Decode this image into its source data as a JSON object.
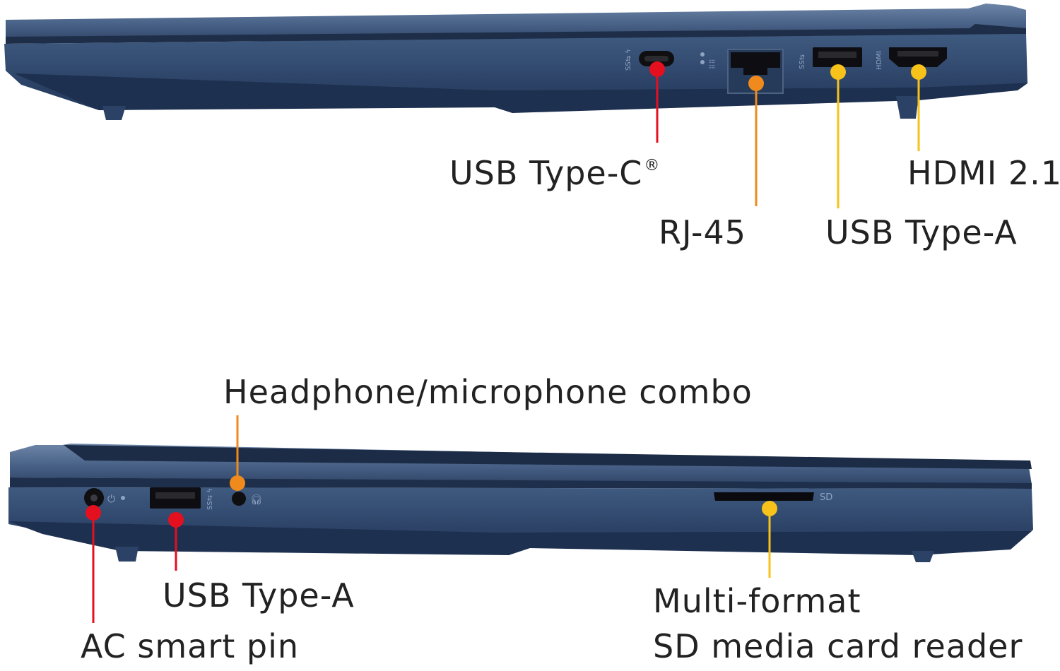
{
  "colors": {
    "chassis_top": "#5a7397",
    "chassis_mid": "#3e5679",
    "chassis_bottom": "#2a3f5f",
    "port_black": "#111111",
    "marker_red": "#e4101f",
    "marker_orange": "#f08a1c",
    "marker_yellow": "#f7c21a"
  },
  "top_view": {
    "usb_c": {
      "label": "USB Type-C",
      "mark": "®"
    },
    "rj45": {
      "label": "RJ-45"
    },
    "usb_a": {
      "label": "USB Type-A"
    },
    "hdmi": {
      "label": "HDMI 2.1"
    },
    "icons": [
      "usb-superspeed-icon",
      "ethernet-icon",
      "hdmi-icon"
    ]
  },
  "bottom_view": {
    "headphone": {
      "label": "Headphone/microphone combo"
    },
    "ac_pin": {
      "label": "AC smart pin"
    },
    "usb_a": {
      "label": "USB Type-A"
    },
    "sd_reader": {
      "line1": "Multi-format",
      "line2": "SD media card reader",
      "slot_text": "SD"
    },
    "icons": [
      "power-plug-icon",
      "usb-superspeed-icon",
      "headphone-icon"
    ]
  }
}
